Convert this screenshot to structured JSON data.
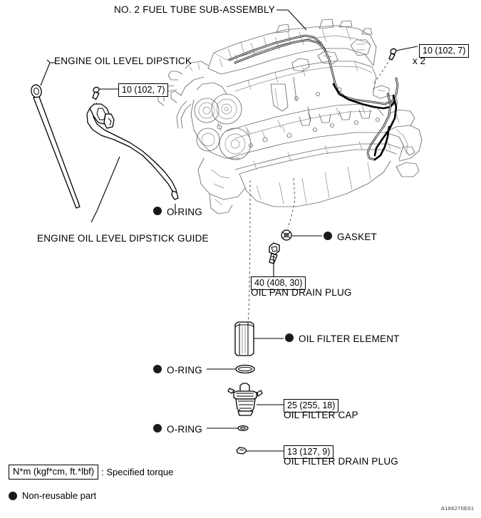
{
  "figure": {
    "plate_code": "A186270E01",
    "type": "exploded parts diagram",
    "subject": "Engine oil system components"
  },
  "callouts": {
    "fuel_tube": "NO. 2 FUEL TUBE SUB-ASSEMBLY",
    "dipstick": "ENGINE OIL LEVEL DIPSTICK",
    "dipstick_guide": "ENGINE OIL LEVEL DIPSTICK GUIDE",
    "o_ring_1": "O-RING",
    "o_ring_2": "O-RING",
    "o_ring_3": "O-RING",
    "gasket": "GASKET",
    "oil_pan_drain_plug": "OIL PAN DRAIN PLUG",
    "oil_filter_element": "OIL FILTER ELEMENT",
    "oil_filter_cap": "OIL FILTER CAP",
    "oil_filter_drain_plug": "OIL FILTER DRAIN PLUG"
  },
  "torque_specs": {
    "fuel_tube_bolt": "10 (102, 7)",
    "fuel_tube_bolt_qty": "x 2",
    "dipstick_guide_bolt": "10 (102, 7)",
    "oil_pan_drain_plug": "40 (408, 30)",
    "oil_filter_cap": "25 (255, 18)",
    "oil_filter_drain_plug": "13 (127, 9)"
  },
  "legend": {
    "torque_unit_box": "N*m (kgf*cm, ft.*lbf)",
    "torque_unit_desc": ": Specified torque",
    "non_reusable": "Non-reusable part"
  },
  "colors": {
    "line": "#000000",
    "background": "#ffffff",
    "dot": "#1a1a1a",
    "engine_outline": "#555555"
  }
}
